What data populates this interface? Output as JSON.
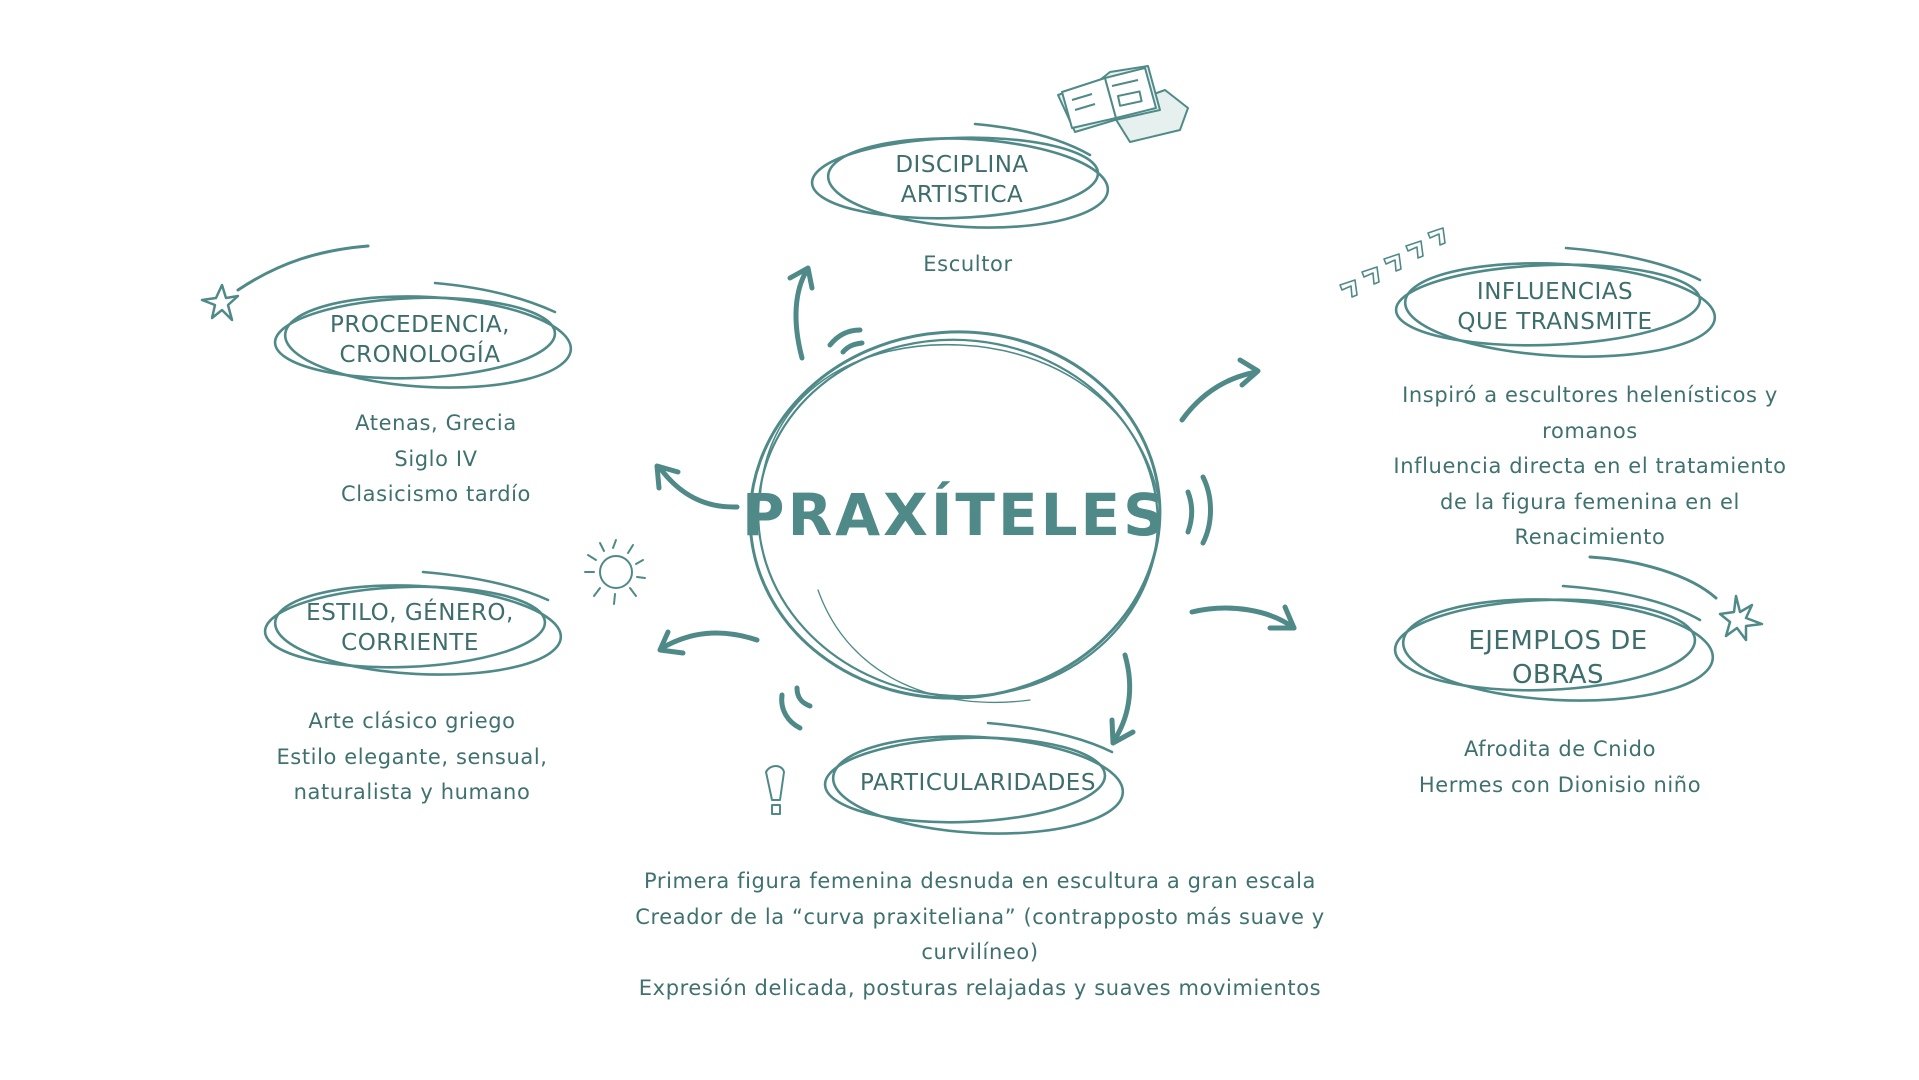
{
  "colors": {
    "accent": "#4f8a88",
    "text": "#3d6e6c",
    "background": "#ffffff"
  },
  "center": {
    "title": "PRAXÍTELES"
  },
  "nodes": {
    "disciplina": {
      "label_lines": [
        "DISCIPLINA",
        "ARTISTICA"
      ],
      "items": [
        "Escultor"
      ],
      "icon": "books-icon"
    },
    "procedencia": {
      "label_lines": [
        "PROCEDENCIA,",
        "CRONOLOGÍA"
      ],
      "items": [
        "Atenas, Grecia",
        "Siglo IV",
        "Clasicismo tardío"
      ],
      "icon": "shooting-star-icon"
    },
    "estilo": {
      "label_lines": [
        "ESTILO, GÉNERO,",
        "CORRIENTE"
      ],
      "items": [
        "Arte clásico griego",
        "Estilo elegante, sensual,",
        "naturalista y humano"
      ],
      "icon": "sun-icon"
    },
    "particularidades": {
      "label_lines": [
        "PARTICULARIDADES"
      ],
      "items": [
        "Primera figura femenina desnuda en escultura a gran escala",
        "Creador de la “curva praxiteliana” (contrapposto más suave y",
        "curvilíneo)",
        "Expresión delicada, posturas relajadas y suaves movimientos"
      ],
      "icon": "exclamation-icon"
    },
    "influencias": {
      "label_lines": [
        "INFLUENCIAS",
        "QUE TRANSMITE"
      ],
      "items": [
        "Inspiró a escultores helenísticos y",
        "romanos",
        "Influencia directa en el tratamiento",
        "de la figura femenina en el",
        "Renacimiento"
      ],
      "icon": "chevrons-icon"
    },
    "ejemplos": {
      "label_lines": [
        "EJEMPLOS DE",
        "OBRAS"
      ],
      "items": [
        "Afrodita de Cnido",
        "Hermes con Dionisio niño"
      ],
      "icon": "shooting-star-icon"
    }
  }
}
